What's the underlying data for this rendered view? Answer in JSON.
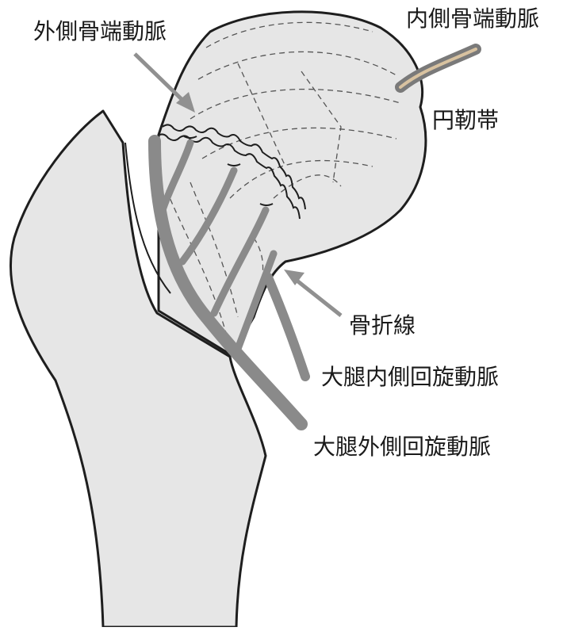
{
  "labels": {
    "lateral_epiphyseal_artery": "外側骨端動脈",
    "medial_epiphyseal_artery": "内側骨端動脈",
    "ligamentum_teres": "円靭帯",
    "fracture_line": "骨折線",
    "medial_circumflex_femoral_artery": "大腿内側回旋動脈",
    "lateral_circumflex_femoral_artery": "大腿外側回旋動脈"
  },
  "colors": {
    "bone_fill": "#e6e6e6",
    "outline": "#1e1e1e",
    "vessel": "#8a8a8a",
    "ligament": "#7a7a7a",
    "ligament_core": "#d8c2a0",
    "arrow": "#909090",
    "text": "#1a1a1a",
    "background": "#ffffff"
  }
}
